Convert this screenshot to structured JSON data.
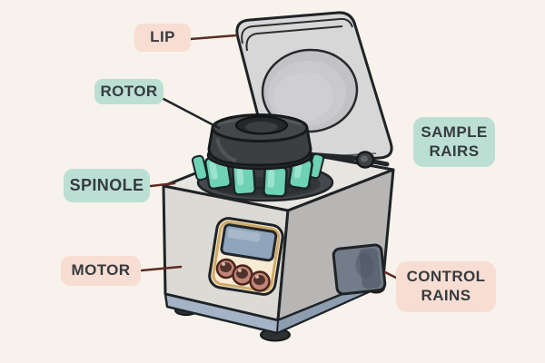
{
  "figure": {
    "labels": {
      "lip": {
        "text": "LIP"
      },
      "rotor": {
        "text": "ROTOR"
      },
      "spinole": {
        "text": "SPINOLE"
      },
      "motor": {
        "text": "MOTOR"
      },
      "sample_rairs": {
        "text": "SAMPLE RAIRS"
      },
      "control_rains": {
        "text": "CONTROL RAINS"
      }
    }
  },
  "colors": {
    "background": "#f7f3ec",
    "label_pink": "#f8ddd3",
    "label_green": "#bcdfd4",
    "label_text": "#363b3f",
    "leader_red": "#5e2b23",
    "leader_black": "#202427",
    "outline": "#1f2326",
    "lid_fill": "#d7d7d8",
    "lid_window": "#c2c2c5",
    "body_top": "#e7e5e0",
    "body_front": "#dcdad5",
    "body_right": "#b7b6b4",
    "base_band": "#a4b4c6",
    "well_dark": "#45494d",
    "rotor_dark": "#3b3f42",
    "tube_teal": "#6ed2b4",
    "tube_light": "#a5e6d2",
    "panel_cream": "#f6ebd2",
    "panel_gold": "#cfa968",
    "lcd_blue": "#8ea5bb",
    "knob_copper": "#c08578",
    "knob_dark": "#50332b",
    "vent_gray": "#727d89",
    "foot_dark": "#2e3133",
    "foot_red": "#6c3a33"
  }
}
